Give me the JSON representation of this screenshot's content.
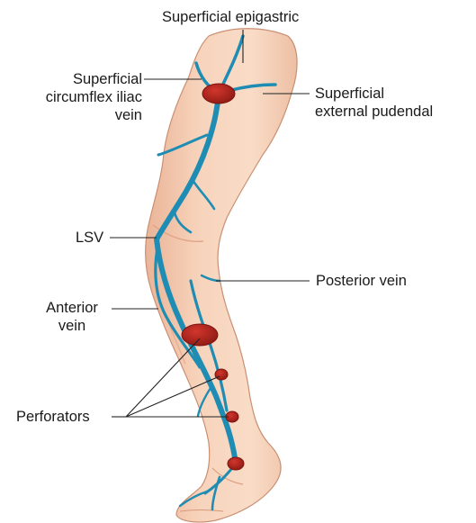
{
  "labels": {
    "superficial_epigastric": "Superficial epigastric",
    "superficial_circumflex_iliac_vein": [
      "Superficial",
      "circumflex iliac",
      "vein"
    ],
    "superficial_external_pudendal": [
      "Superficial",
      "external pudendal"
    ],
    "lsv": "LSV",
    "posterior_vein": "Posterior vein",
    "anterior_vein": [
      "Anterior",
      "vein"
    ],
    "perforators": "Perforators"
  },
  "colors": {
    "skin": "#f6cfb4",
    "skin_shade": "#e8b396",
    "skin_outline": "#c98f73",
    "vein": "#1f8db3",
    "vein_dark": "#166f8f",
    "node": "#b2261f",
    "node_dark": "#7d1410",
    "leader_line": "#222222"
  }
}
